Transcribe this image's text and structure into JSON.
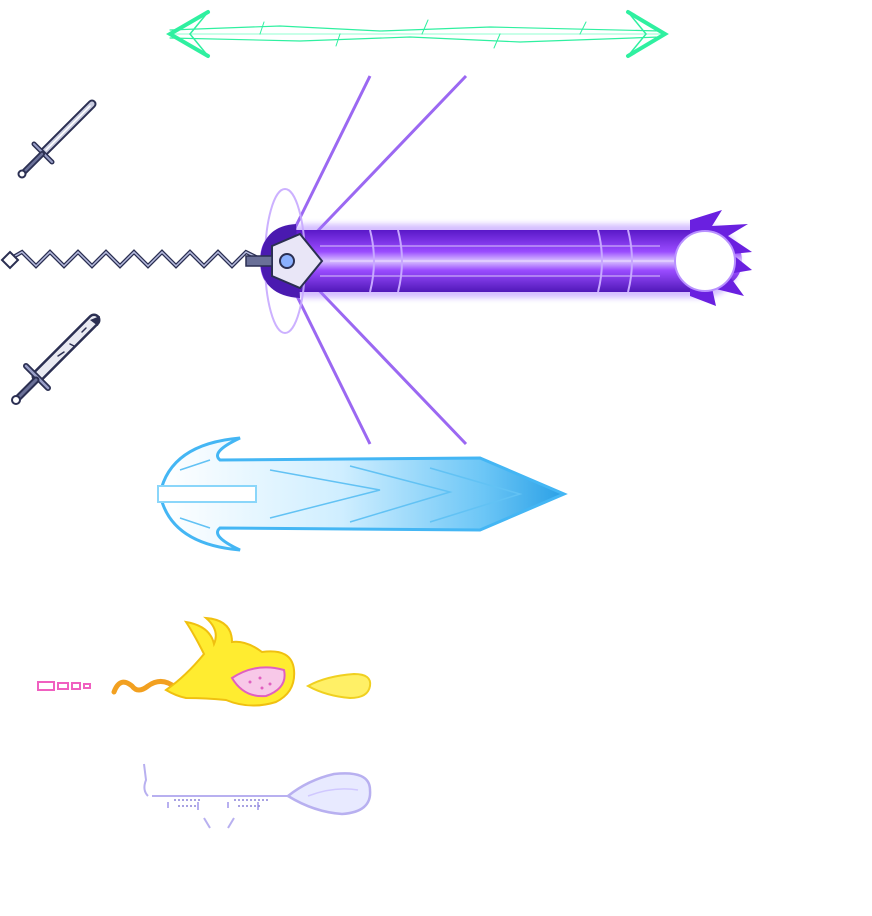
{
  "sprite_sheet": {
    "background": "#ffffff",
    "sprites": [
      {
        "name": "green-lightning-bolt-arrow",
        "icon": "double-headed-lightning-arrow",
        "color": "#33ee99"
      },
      {
        "name": "small-steel-sword",
        "icon": "pixel-sword",
        "color": "#2b2f52"
      },
      {
        "name": "purple-energy-beam-sword",
        "icon": "chained-beam-sword",
        "color": "#7a2cf0"
      },
      {
        "name": "broken-steel-sword",
        "icon": "pixel-cracked-sword",
        "color": "#2b2f52"
      },
      {
        "name": "blue-ice-blade-projectile",
        "icon": "ice-blade",
        "color": "#4ab8f0"
      },
      {
        "name": "yellow-flame-dragon-projectile",
        "icon": "flame-dragon-head",
        "color": "#ffe020"
      },
      {
        "name": "lavender-wisp-projectile",
        "icon": "faint-wisp",
        "color": "#b8b0f0"
      }
    ]
  }
}
